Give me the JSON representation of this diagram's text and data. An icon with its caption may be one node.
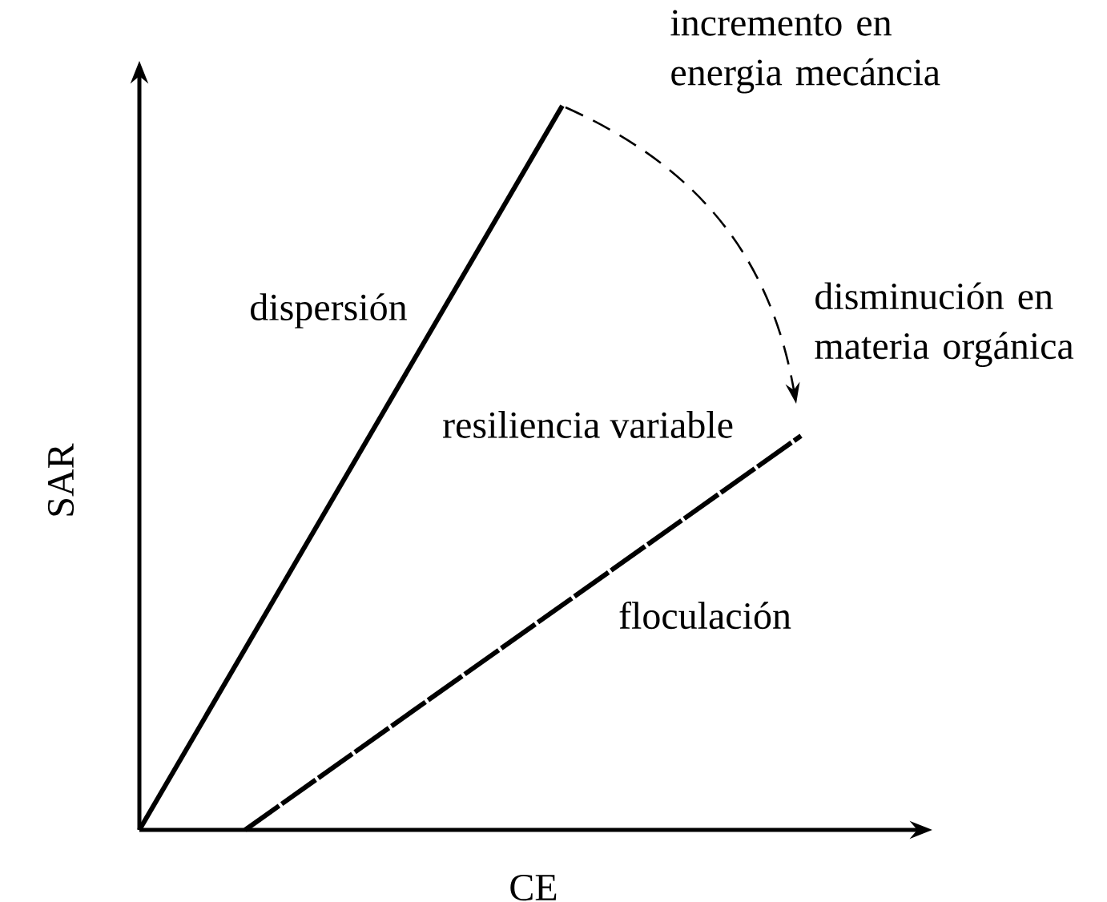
{
  "diagram": {
    "nodes": [
      {
        "text": [],
        "shape": "line"
      },
      {
        "text": [],
        "shape": "line"
      }
    ],
    "edges": [
      {
        "from": 0,
        "to": 1,
        "arrow": "to",
        "style": "dashed"
      }
    ],
    "labels": [
      "incremento en energia mecáncia",
      "dispersión",
      "disminución en materia orgánica",
      "resiliencia variable",
      "SAR",
      "floculación",
      "CE"
    ]
  }
}
